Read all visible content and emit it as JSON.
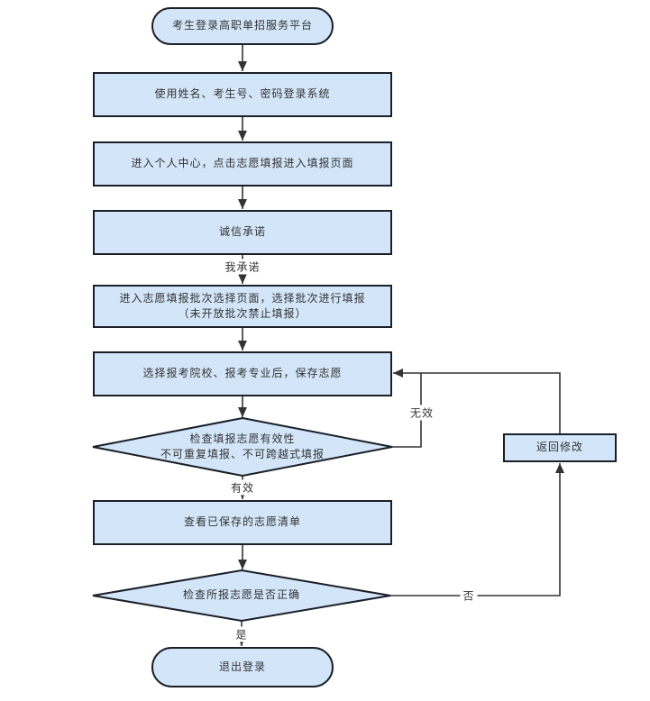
{
  "colors": {
    "node_fill": "#d3e5f8",
    "node_border": "#1a1f28",
    "connector": "#333333",
    "text": "#333333",
    "background": "#ffffff"
  },
  "flowchart": {
    "nodes": {
      "start": {
        "label": "考生登录高职单招服务平台"
      },
      "login": {
        "label": "使用姓名、考生号、密码登录系统"
      },
      "enter_center": {
        "label": "进入个人中心，点击志愿填报进入填报页面"
      },
      "integrity_pledge": {
        "label": "诚信承诺"
      },
      "batch_select": {
        "line1": "进入志愿填报批次选择页面，选择批次进行填报",
        "line2": "（未开放批次禁止填报）"
      },
      "choose_school": {
        "label": "选择报考院校、报考专业后，保存志愿"
      },
      "check_validity": {
        "line1": "检查填报志愿有效性",
        "line2": "不可重复填报、不可跨越式填报"
      },
      "view_saved": {
        "label": "查看已保存的志愿清单"
      },
      "check_correct": {
        "label": "检查所报志愿是否正确"
      },
      "logout": {
        "label": "退出登录"
      },
      "return_modify": {
        "label": "返回修改"
      }
    },
    "edge_labels": {
      "promise": "我承诺",
      "invalid": "无效",
      "valid": "有效",
      "no": "否",
      "yes": "是"
    }
  }
}
